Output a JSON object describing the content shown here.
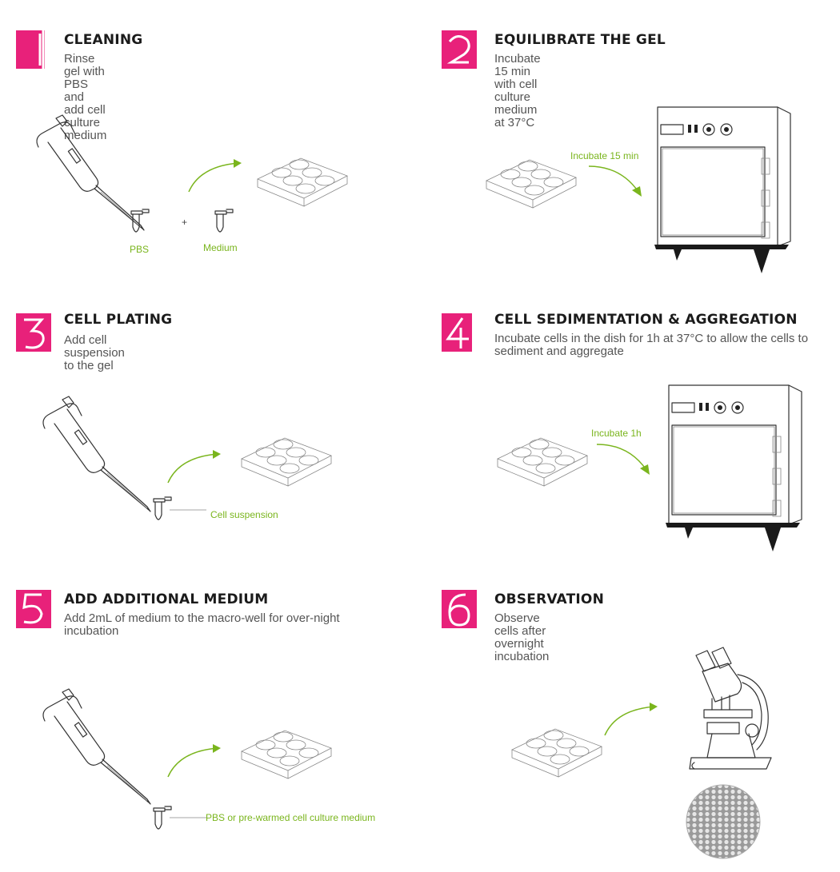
{
  "accent": "#e8217a",
  "label_color": "#7ab51d",
  "steps": [
    {
      "number": "1",
      "title": "CLEANING",
      "description": "Rinse gel with PBS and add cell culture medium"
    },
    {
      "number": "2",
      "title": "EQUILIBRATE THE GEL",
      "description": "Incubate 15 min with cell culture medium at 37°C"
    },
    {
      "number": "3",
      "title": "CELL PLATING",
      "description": "Add cell suspension to the gel"
    },
    {
      "number": "4",
      "title": "CELL SEDIMENTATION & AGGREGATION",
      "description": "Incubate cells in the dish for 1h at 37°C to allow the cells to sediment and aggregate"
    },
    {
      "number": "5",
      "title": "ADD ADDITIONAL MEDIUM",
      "description": "Add 2mL of medium to the macro-well for over-night incubation"
    },
    {
      "number": "6",
      "title": "OBSERVATION",
      "description": "Observe cells after overnight incubation"
    }
  ],
  "labels": {
    "pbs": "PBS",
    "medium": "Medium",
    "plus": "+",
    "incubate_15": "Incubate 15 min",
    "cell_suspension": "Cell suspension",
    "incubate_1h": "Incubate 1h",
    "pbs_or_medium": "PBS or pre-warmed cell culture medium"
  },
  "icons": [
    "pipette-icon",
    "tube-icon",
    "well-plate-icon",
    "incubator-icon",
    "microscope-icon",
    "cell-aggregates-icon",
    "arrow-icon"
  ]
}
